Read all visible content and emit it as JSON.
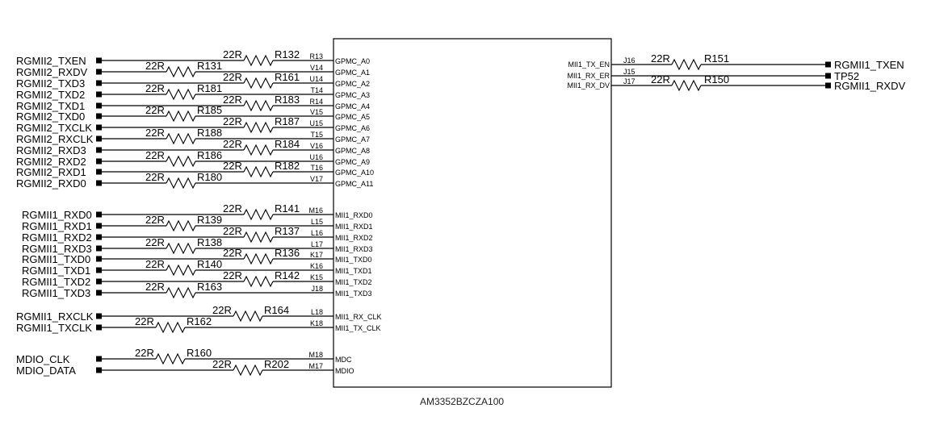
{
  "part_name": "AM3352BZCZA100",
  "left_nets": [
    {
      "net": "RGMII2_TXEN",
      "ball": "R13",
      "pin": "GPMC_A0",
      "ref": "R132",
      "value": "22R"
    },
    {
      "net": "RGMII2_RXDV",
      "ball": "V14",
      "pin": "GPMC_A1",
      "ref": "R131",
      "value": "22R"
    },
    {
      "net": "RGMII2_TXD3",
      "ball": "U14",
      "pin": "GPMC_A2",
      "ref": "R161",
      "value": "22R"
    },
    {
      "net": "RGMII2_TXD2",
      "ball": "T14",
      "pin": "GPMC_A3",
      "ref": "R181",
      "value": "22R"
    },
    {
      "net": "RGMII2_TXD1",
      "ball": "R14",
      "pin": "GPMC_A4",
      "ref": "R183",
      "value": "22R"
    },
    {
      "net": "RGMII2_TXD0",
      "ball": "V15",
      "pin": "GPMC_A5",
      "ref": "R185",
      "value": "22R"
    },
    {
      "net": "RGMII2_TXCLK",
      "ball": "U15",
      "pin": "GPMC_A6",
      "ref": "R187",
      "value": "22R"
    },
    {
      "net": "RGMII2_RXCLK",
      "ball": "T15",
      "pin": "GPMC_A7",
      "ref": "R188",
      "value": "22R"
    },
    {
      "net": "RGMII2_RXD3",
      "ball": "V16",
      "pin": "GPMC_A8",
      "ref": "R184",
      "value": "22R"
    },
    {
      "net": "RGMII2_RXD2",
      "ball": "U16",
      "pin": "GPMC_A9",
      "ref": "R186",
      "value": "22R"
    },
    {
      "net": "RGMII2_RXD1",
      "ball": "T16",
      "pin": "GPMC_A10",
      "ref": "R182",
      "value": "22R"
    },
    {
      "net": "RGMII2_RXD0",
      "ball": "V17",
      "pin": "GPMC_A11",
      "ref": "R180",
      "value": "22R"
    },
    {
      "net": "RGMII1_RXD0",
      "ball": "M16",
      "pin": "MII1_RXD0",
      "ref": "R141",
      "value": "22R"
    },
    {
      "net": "RGMII1_RXD1",
      "ball": "L15",
      "pin": "MII1_RXD1",
      "ref": "R139",
      "value": "22R"
    },
    {
      "net": "RGMII1_RXD2",
      "ball": "L16",
      "pin": "MII1_RXD2",
      "ref": "R137",
      "value": "22R"
    },
    {
      "net": "RGMII1_RXD3",
      "ball": "L17",
      "pin": "MII1_RXD3",
      "ref": "R138",
      "value": "22R"
    },
    {
      "net": "RGMII1_TXD0",
      "ball": "K17",
      "pin": "MII1_TXD0",
      "ref": "R136",
      "value": "22R"
    },
    {
      "net": "RGMII1_TXD1",
      "ball": "K16",
      "pin": "MII1_TXD1",
      "ref": "R140",
      "value": "22R"
    },
    {
      "net": "RGMII1_TXD2",
      "ball": "K15",
      "pin": "MII1_TXD2",
      "ref": "R142",
      "value": "22R"
    },
    {
      "net": "RGMII1_TXD3",
      "ball": "J18",
      "pin": "MII1_TXD3",
      "ref": "R163",
      "value": "22R"
    },
    {
      "net": "RGMII1_RXCLK",
      "ball": "L18",
      "pin": "MII1_RX_CLK",
      "ref": "R164",
      "value": "22R"
    },
    {
      "net": "RGMII1_TXCLK",
      "ball": "K18",
      "pin": "MII1_TX_CLK",
      "ref": "R162",
      "value": "22R"
    },
    {
      "net": "MDIO_CLK",
      "ball": "M18",
      "pin": "MDC",
      "ref": "R160",
      "value": "22R"
    },
    {
      "net": "MDIO_DATA",
      "ball": "M17",
      "pin": "MDIO",
      "ref": "R202",
      "value": "22R"
    }
  ],
  "right_nets": [
    {
      "net": "RGMII1_TXEN",
      "ball": "J16",
      "pin": "MII1_TX_EN",
      "ref": "R151",
      "value": "22R"
    },
    {
      "net": "TP52",
      "ball": "J15",
      "pin": "MII1_RX_ER",
      "ref": "",
      "value": ""
    },
    {
      "net": "RGMII1_RXDV",
      "ball": "J17",
      "pin": "MII1_RX_DV",
      "ref": "R150",
      "value": "22R"
    }
  ]
}
